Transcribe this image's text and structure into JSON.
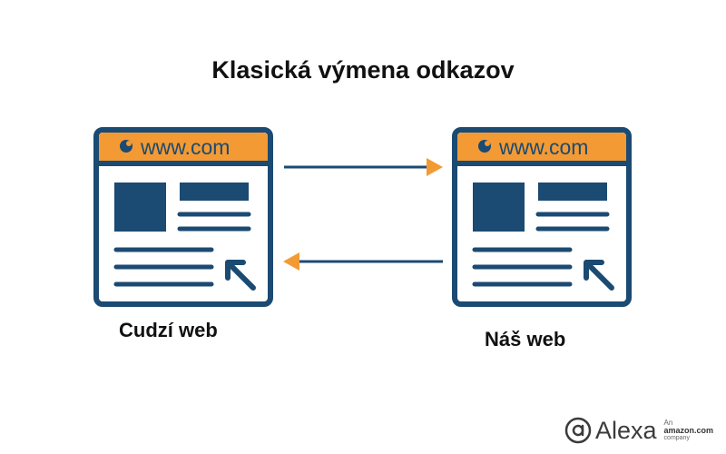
{
  "title": "Klasická výmena odkazov",
  "left_site": {
    "url": "www.com",
    "label": "Cudzí web"
  },
  "right_site": {
    "url": "www.com",
    "label": "Náš web"
  },
  "logo": {
    "name": "Alexa",
    "line1": "An",
    "line2": "amazon.com",
    "line3": "company"
  },
  "colors": {
    "frame": "#1b4a72",
    "header": "#f39a34",
    "arrow": "#f39a34",
    "content": "#1b4a72"
  }
}
